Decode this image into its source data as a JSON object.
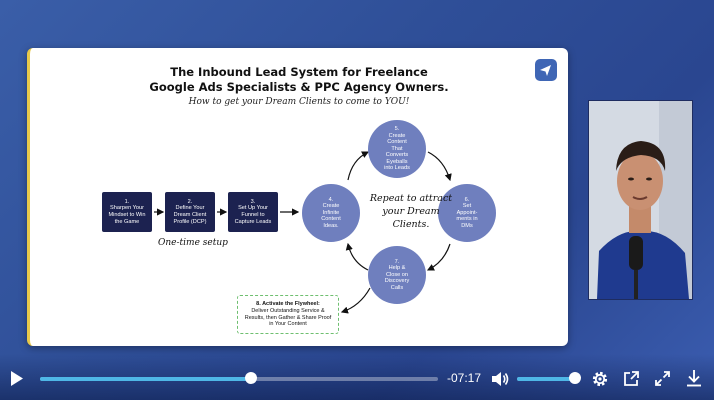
{
  "slide": {
    "title_line1": "The Inbound Lead System for Freelance",
    "title_line2": "Google Ads Specialists & PPC Agency Owners.",
    "subtitle": "How to get your Dream Clients to come to YOU!",
    "logo_icon": "paper-plane-icon",
    "steps": [
      {
        "num": "1.",
        "text": "Sharpen Your Mindset to Win the Game"
      },
      {
        "num": "2.",
        "text": "Define Your Dream Client Profile (DCP)"
      },
      {
        "num": "3.",
        "text": "Set Up Your Funnel to Capture Leads"
      }
    ],
    "one_time": "One-time setup",
    "cycle": [
      {
        "num": "4.",
        "text": "Create Infinite Content Ideas."
      },
      {
        "num": "5.",
        "text": "Create Content That Converts Eyeballs into Leads"
      },
      {
        "num": "6.",
        "text": "Set Appoint-ments in DMs"
      },
      {
        "num": "7.",
        "text": "Help & Close on Discovery Calls"
      }
    ],
    "repeat": "Repeat to attract your Dream Clients.",
    "flywheel_title": "8. Activate the Flywheel:",
    "flywheel_text": "Deliver Outstanding Service & Results, then Gather & Share Proof in Your Content"
  },
  "player": {
    "time_remaining": "-07:17",
    "progress": 0.53,
    "volume": 1.0,
    "icons": [
      "play-icon",
      "volume-icon",
      "settings-icon",
      "external-link-icon",
      "fullscreen-icon",
      "download-icon"
    ]
  },
  "colors": {
    "accent": "#4fb7e6",
    "step_box": "#1c2250",
    "cycle_circle": "#6f7fbe",
    "flywheel_border": "#6fbf70"
  }
}
